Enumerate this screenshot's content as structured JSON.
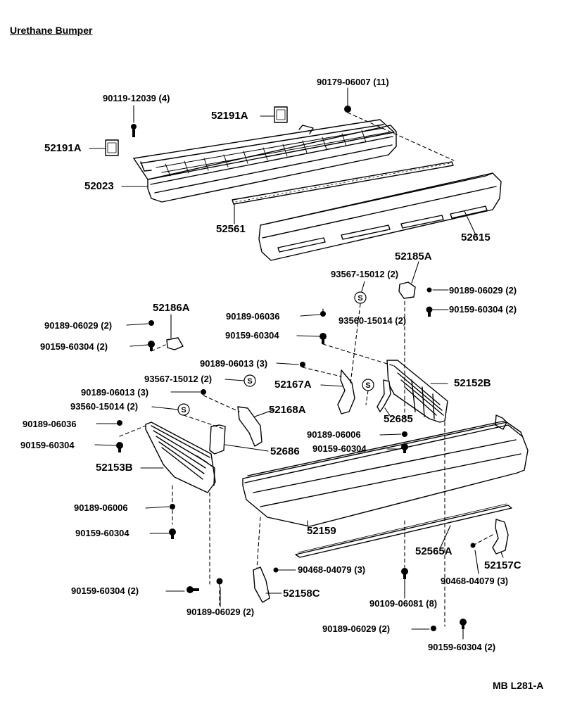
{
  "title": "Urethane Bumper",
  "diagram_code": "MB L281-A",
  "parts": {
    "p1": "90119-12039 (4)",
    "p2": "90179-06007 (11)",
    "p3": "52191A",
    "p4": "52191A",
    "p5": "52023",
    "p6": "52561",
    "p7": "52615",
    "p8": "52185A",
    "p9": "93567-15012 (2)",
    "p10": "90189-06029 (2)",
    "p11": "90159-60304 (2)",
    "p12": "52186A",
    "p13": "90189-06036",
    "p14": "90159-60304",
    "p15": "93560-15014 (2)",
    "p16": "90189-06029 (2)",
    "p17": "90159-60304 (2)",
    "p18": "90189-06013 (3)",
    "p19": "52167A",
    "p20": "52152B",
    "p21": "93567-15012 (2)",
    "p22": "90189-06013 (3)",
    "p23": "52168A",
    "p24": "93560-15014 (2)",
    "p25": "52685",
    "p26": "90189-06036",
    "p27": "90189-06006",
    "p28": "90159-60304",
    "p29": "90159-60304",
    "p30": "52686",
    "p31": "52153B",
    "p32": "90189-06006",
    "p33": "52159",
    "p34": "90159-60304",
    "p35": "52565A",
    "p36": "52157C",
    "p37": "90468-04079 (3)",
    "p38": "90468-04079 (3)",
    "p39": "52158C",
    "p40": "90159-60304 (2)",
    "p41": "90109-06081 (8)",
    "p42": "90189-06029 (2)",
    "p43": "90189-06029 (2)",
    "p44": "90159-60304 (2)"
  }
}
